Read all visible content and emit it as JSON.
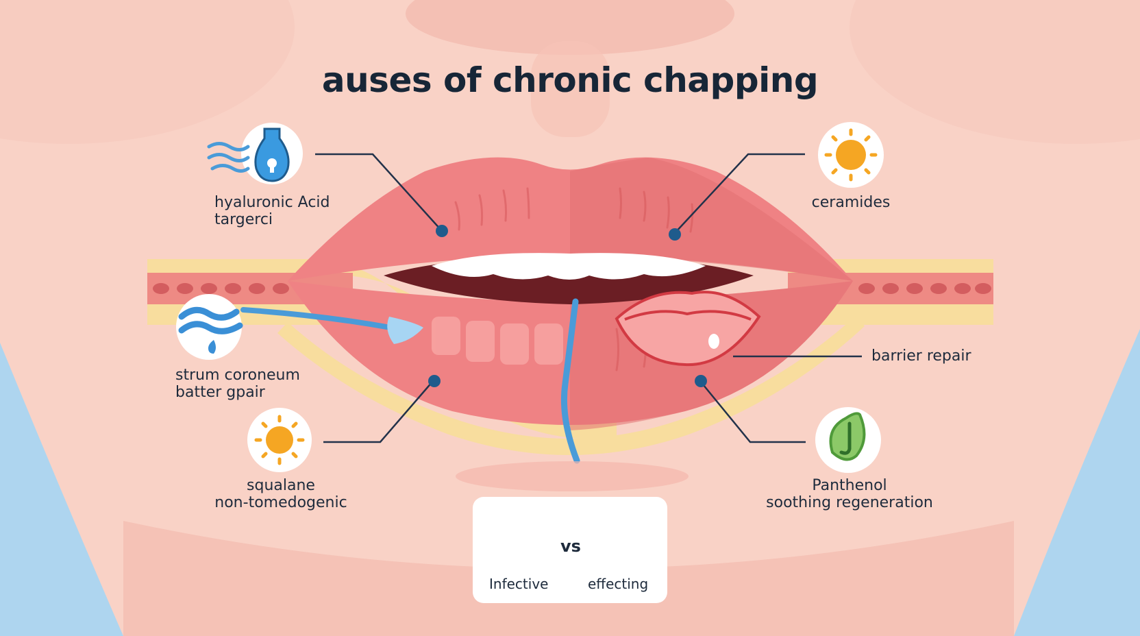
{
  "title": "auses of chronic chapping",
  "labels": {
    "hyaluronic_line1": "hyaluronic Acid",
    "hyaluronic_line2": "targerci",
    "stratum_line1": "strum coroneum",
    "stratum_line2": "batter gpair",
    "squalane_line1": "squalane",
    "squalane_line2": "non-tomedogenic",
    "ceramides": "ceramides",
    "barrier_repair": "barrier repair",
    "panthenol_line1": "Panthenol",
    "panthenol_line2": "soothing regeneration"
  },
  "comparison": {
    "left_label": "Infective",
    "vs": "vs",
    "right_label": "effecting"
  },
  "icons": {
    "hyaluronic": "water-drop-bottle-icon",
    "stratum": "water-wave-icon",
    "squalane": "sun-icon",
    "ceramides": "sun-icon",
    "panthenol": "leaf-icon",
    "left_jar": "moisturizer-jar-icon",
    "right_jar": "balm-jar-icon"
  },
  "colors": {
    "background": "#f9d2c6",
    "lip": "#ee7f80",
    "accent_blue": "#3f9ad8",
    "sun": "#f5a623",
    "leaf": "#5fb14a",
    "text": "#1e2b3c"
  }
}
